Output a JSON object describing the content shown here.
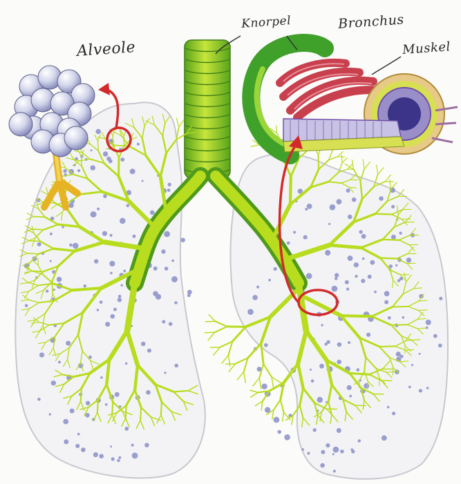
{
  "labels": {
    "alveole": "Alveole",
    "knorpel": "Knorpel",
    "bronchus": "Bronchus",
    "muskel": "Muskel"
  },
  "colors": {
    "airway": "#b8dc1e",
    "airway_dark": "#4f9a1c",
    "alveoli": "#8a90c8",
    "muscle": "#c8404e",
    "arrow": "#d22a2a",
    "lung_fill": "#f3f3f6",
    "lung_outline": "#c7c7cf",
    "mucosa": "#6f4fa8"
  }
}
